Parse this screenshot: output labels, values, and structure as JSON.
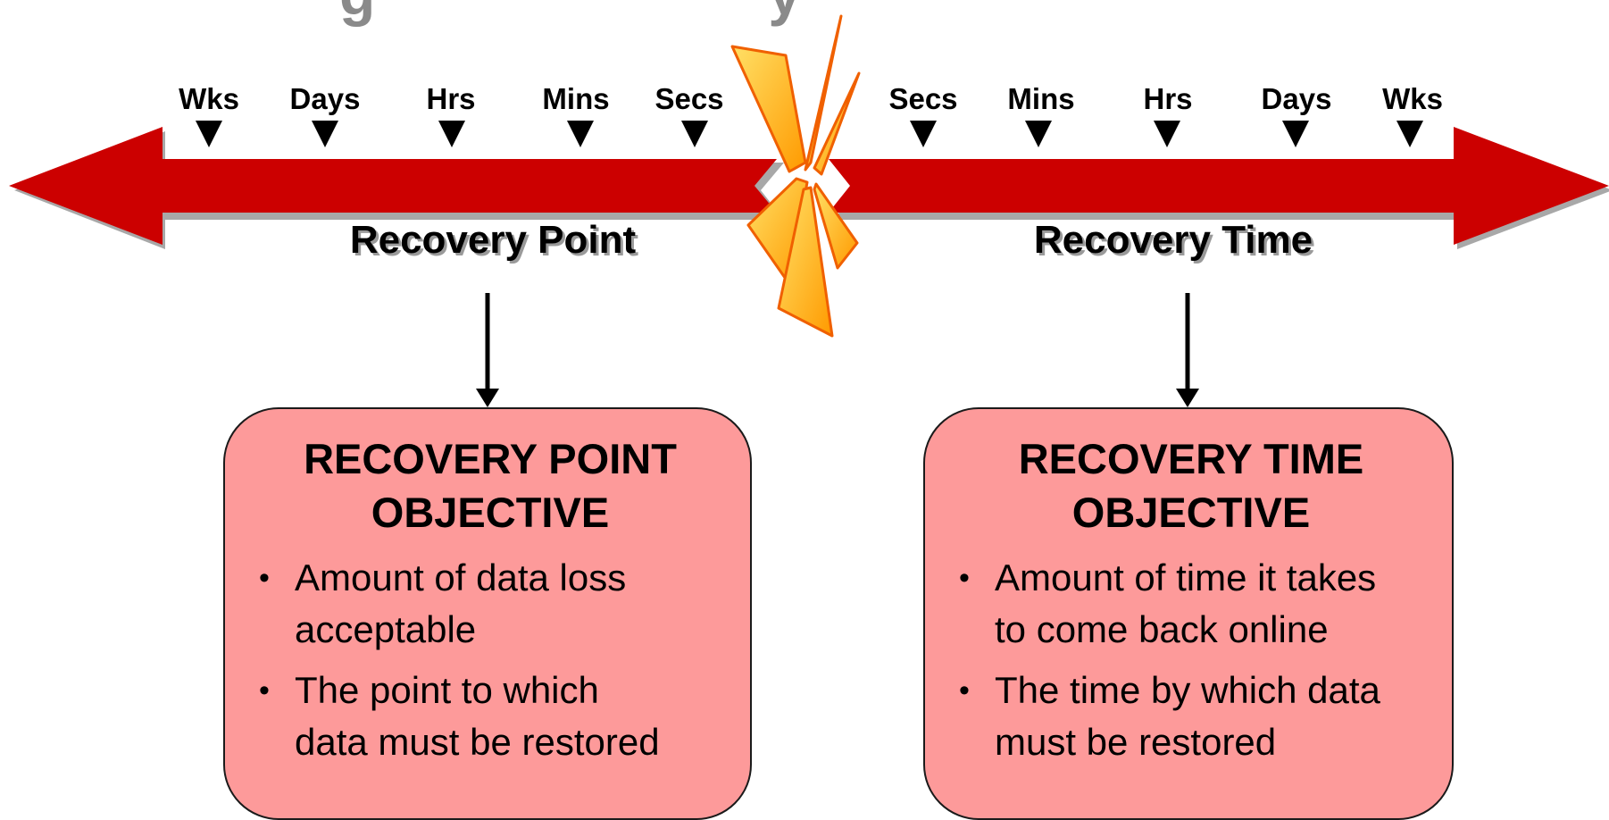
{
  "title_fragment": "g                        y",
  "timeline": {
    "left_ticks": [
      "Wks",
      "Days",
      "Hrs",
      "Mins",
      "Secs"
    ],
    "right_ticks": [
      "Secs",
      "Mins",
      "Hrs",
      "Days",
      "Wks"
    ],
    "left_label": "Recovery Point",
    "right_label": "Recovery Time"
  },
  "colors": {
    "arrow": "#cc0000",
    "burst_fill": "#ffb000",
    "burst_stroke": "#f06000",
    "box_fill": "#fd9a9a"
  },
  "rpo": {
    "heading_line1": "RECOVERY POINT",
    "heading_line2": "OBJECTIVE",
    "bullets": [
      {
        "line1": "Amount of data loss",
        "line2": "acceptable"
      },
      {
        "line1": "The point to which",
        "line2": "data must be restored"
      }
    ]
  },
  "rto": {
    "heading_line1": "RECOVERY TIME",
    "heading_line2": "OBJECTIVE",
    "bullets": [
      {
        "line1": "Amount of time it takes",
        "line2": "to come back online"
      },
      {
        "line1": "The time by which data",
        "line2": "must be restored"
      }
    ]
  },
  "bullet_symbol": "•"
}
